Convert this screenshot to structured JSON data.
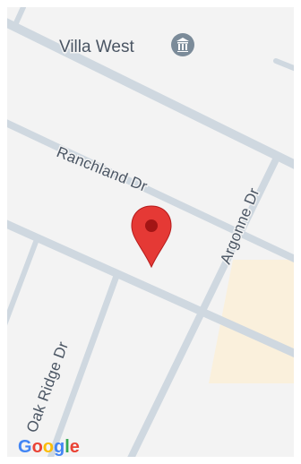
{
  "map": {
    "poi": {
      "label": "Villa West",
      "icon": "museum-icon"
    },
    "streets": {
      "ranchland": "Ranchland Dr",
      "argonne": "Argonne Dr",
      "oak_ridge": "Oak Ridge Dr"
    },
    "marker": {
      "icon": "map-pin-icon",
      "color": "#e53935"
    },
    "attribution": {
      "letters": [
        "G",
        "o",
        "o",
        "g",
        "l",
        "e"
      ],
      "colors": [
        "#4285F4",
        "#EA4335",
        "#FBBC05",
        "#4285F4",
        "#34A853",
        "#EA4335"
      ]
    },
    "colors": {
      "background": "#f3f3f3",
      "road": "#cfd8e0",
      "area": "#faf0dc",
      "poi_badge": "#7b8b99"
    }
  }
}
